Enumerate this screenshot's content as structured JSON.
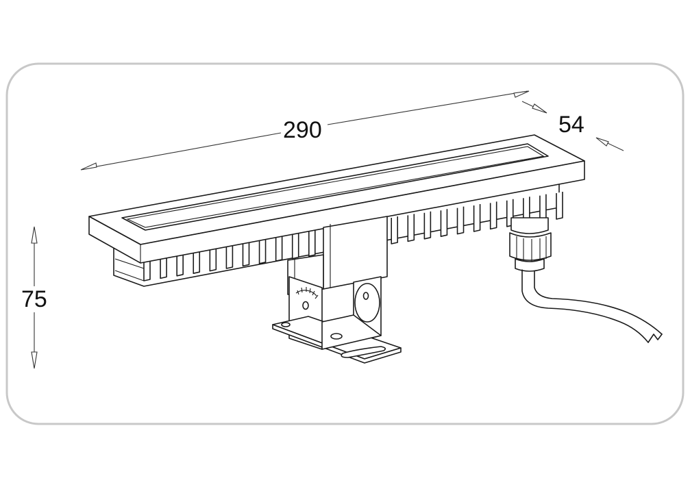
{
  "drawing": {
    "dimensions": {
      "length_label": "290",
      "width_label": "54",
      "height_label": "75"
    },
    "colors": {
      "frame": "#c8c8c8",
      "line": "#1a1a1a",
      "background": "#ffffff"
    }
  }
}
